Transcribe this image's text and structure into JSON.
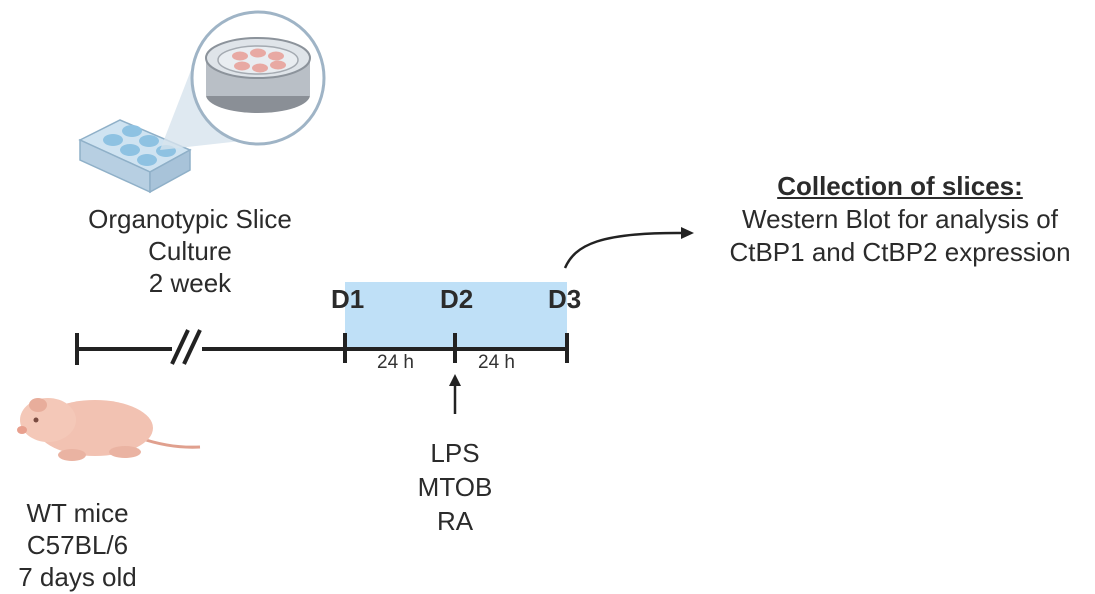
{
  "culture": {
    "line1": "Organotypic Slice",
    "line2": "Culture",
    "line3": "2 week"
  },
  "mice": {
    "line1": "WT mice",
    "line2": "C57BL/6",
    "line3": "7 days old"
  },
  "timeline": {
    "days": [
      "D1",
      "D2",
      "D3"
    ],
    "intervals": [
      "24 h",
      "24 h"
    ],
    "window_color": "#bfe0f7",
    "line_color": "#222222"
  },
  "treatment": {
    "items": [
      "LPS",
      "MTOB",
      "RA"
    ]
  },
  "collection": {
    "title": "Collection of slices:",
    "line1": "Western Blot for analysis of",
    "line2": "CtBP1 and CtBP2 expression"
  },
  "icons": [
    "culture-plate-icon",
    "magnified-well-icon",
    "mouse-pup-icon",
    "arrow-up-icon",
    "curved-arrow-icon"
  ]
}
